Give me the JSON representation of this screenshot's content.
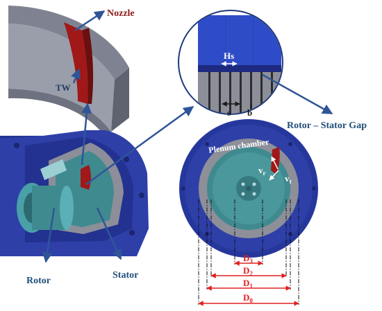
{
  "labels": {
    "nozzle": "Nozzle",
    "tw": "TW",
    "hs": "Hs",
    "s": "s",
    "b": "b",
    "rotor_stator_gap": "Rotor – Stator Gap",
    "plenum_chamber": "Plenum chamber",
    "vr": "v",
    "vr_sub": "r",
    "vt": "v",
    "vt_sub": "t",
    "rotor": "Rotor",
    "stator": "Stator",
    "d3": "D",
    "d3_sub": "3",
    "d2": "D",
    "d2_sub": "2",
    "d1": "D",
    "d1_sub": "1",
    "d0": "D",
    "d0_sub": "0"
  },
  "colors": {
    "arrow": "#2f5597",
    "dimension": "#e02020",
    "nozzle_label": "#8b1a1a",
    "label": "#1f4e79",
    "blue_body": "#2e3fa8",
    "steel": "#8c8e99",
    "teal": "#3f8a8f",
    "nozzle_red": "#a01818"
  }
}
